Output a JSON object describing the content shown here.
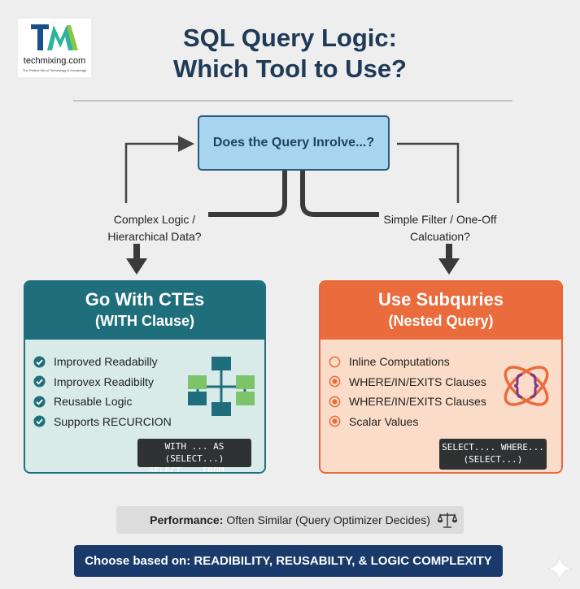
{
  "logo": {
    "brand": "techmixing.com",
    "tagline": "The Perfect Mix of Technology & Knowledge"
  },
  "title": {
    "line1": "SQL Query Logic:",
    "line2": "Which Tool to Use?"
  },
  "question": "Does the Query Inrolve...?",
  "branches": {
    "left": {
      "line1": "Complex Logic /",
      "line2": "Hierarchical Data?"
    },
    "right": {
      "line1": "Simple Filter / One-Off",
      "line2": "Calcuation?"
    }
  },
  "cte_card": {
    "heading": "Go With CTEs",
    "subheading": "(WITH Clause)",
    "items": [
      "Improved Readabilly",
      "Improvex Readibilty",
      "Reusable Logic",
      "Supports RECURCION"
    ],
    "code_line1": "WITH ... AS (SELECT...)",
    "code_line2": "SELECT... FROM...",
    "icon": "flowchart-icon",
    "color": "#1f6e7c"
  },
  "sub_card": {
    "heading": "Use Subquries",
    "subheading": "(Nested Query)",
    "items": [
      "Inline Computations",
      "WHERE/IN/EXITS Clauses",
      "WHERE/IN/EXITS Clauses",
      "Scalar Values"
    ],
    "code_line1": "SELECT.... WHERE...",
    "code_line2": "(SELECT...)",
    "icon": "code-braces-orbit-icon",
    "color": "#ea6b3c"
  },
  "performance": {
    "label": "Performance:",
    "text": "Often Similar (Query Optimizer Decides)",
    "icon": "scale-icon"
  },
  "bottom_banner": "Choose based on: READIBILITY, REUSABILTY, & LOGIC COMPLEXITY"
}
